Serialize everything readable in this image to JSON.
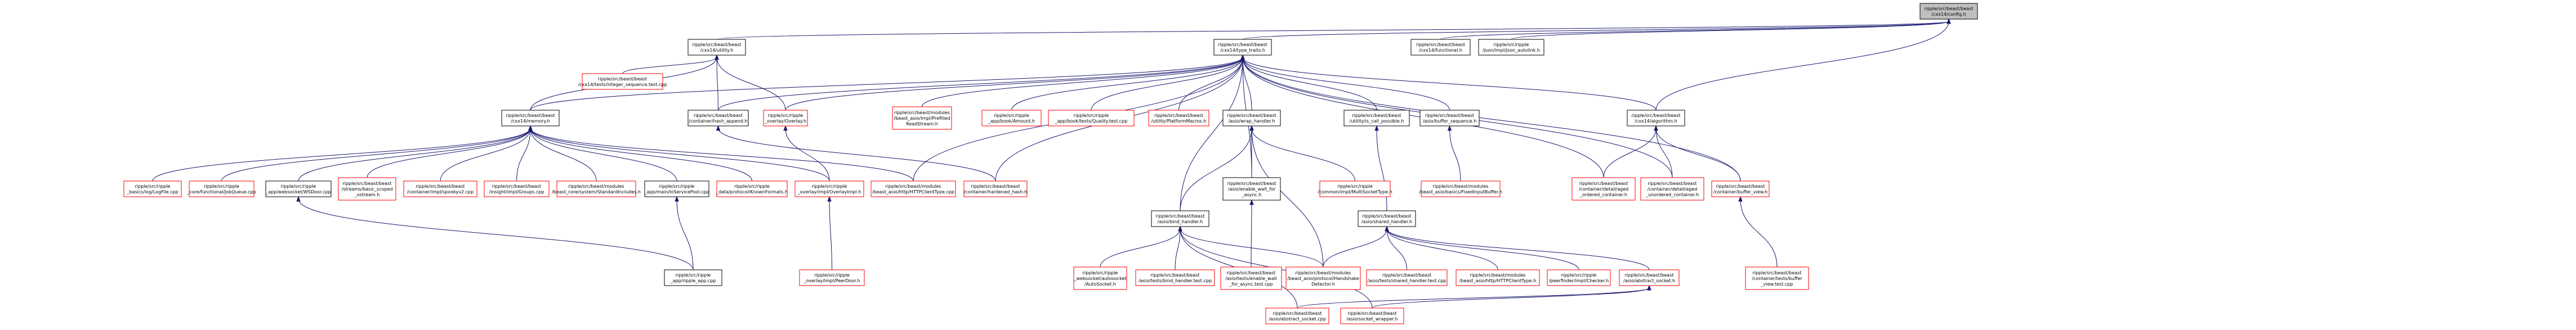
{
  "graph": {
    "colors": {
      "edge": "#191970",
      "normal_border": "#000000",
      "missing_border": "#ff0000",
      "root_fill": "#bfbfbf",
      "background": "#ffffff"
    },
    "nodes": [
      {
        "id": "root",
        "lines": [
          "ripple/src/beast/beast",
          "/cxx14/config.h"
        ],
        "kind": "root"
      },
      {
        "id": "utility",
        "lines": [
          "ripple/src/beast/beast",
          "/cxx14/utility.h"
        ],
        "kind": "normal"
      },
      {
        "id": "type_traits",
        "lines": [
          "ripple/src/beast/beast",
          "/cxx14/type_traits.h"
        ],
        "kind": "normal"
      },
      {
        "id": "functional",
        "lines": [
          "ripple/src/beast/beast",
          "/cxx14/functional.h"
        ],
        "kind": "normal"
      },
      {
        "id": "json_autolink",
        "lines": [
          "ripple/src/ripple",
          "/json/impl/json_autolink.h"
        ],
        "kind": "normal"
      },
      {
        "id": "algorithm",
        "lines": [
          "ripple/src/beast/beast",
          "/cxx14/algorithm.h"
        ],
        "kind": "normal"
      },
      {
        "id": "memory",
        "lines": [
          "ripple/src/beast/beast",
          "/cxx14/memory.h"
        ],
        "kind": "normal"
      },
      {
        "id": "int_seq_test",
        "lines": [
          "ripple/src/beast/beast",
          "/cxx14/tests/integer_sequence.test.cpp"
        ],
        "kind": "red"
      },
      {
        "id": "hash_append",
        "lines": [
          "ripple/src/beast/beast",
          "/container/hash_append.h"
        ],
        "kind": "normal"
      },
      {
        "id": "overlay_h",
        "lines": [
          "ripple/src/ripple",
          "_overlay/Overlay.h"
        ],
        "kind": "red"
      },
      {
        "id": "prefilled",
        "lines": [
          "ripple/src/beast/modules",
          "/beast_asio/impl/Prefilled",
          "ReadStream.h"
        ],
        "kind": "red"
      },
      {
        "id": "amount",
        "lines": [
          "ripple/src/ripple",
          "_app/book/Amount.h"
        ],
        "kind": "red"
      },
      {
        "id": "quality_test",
        "lines": [
          "ripple/src/ripple",
          "_app/book/tests/Quality.test.cpp"
        ],
        "kind": "red"
      },
      {
        "id": "platform_macros",
        "lines": [
          "ripple/src/beast/beast",
          "/utility/PlatformMacros.h"
        ],
        "kind": "red"
      },
      {
        "id": "wrap_handler",
        "lines": [
          "ripple/src/beast/beast",
          "/asio/wrap_handler.h"
        ],
        "kind": "normal"
      },
      {
        "id": "is_call_possible",
        "lines": [
          "ripple/src/beast/beast",
          "/utility/is_call_possible.h"
        ],
        "kind": "normal"
      },
      {
        "id": "buffer_sequence",
        "lines": [
          "ripple/src/beast/beast",
          "/asio/buffer_sequence.h"
        ],
        "kind": "normal"
      },
      {
        "id": "logfile",
        "lines": [
          "ripple/src/ripple",
          "_basics/log/LogFile.cpp"
        ],
        "kind": "red"
      },
      {
        "id": "jobqueue",
        "lines": [
          "ripple/src/ripple",
          "_core/functional/JobQueue.cpp"
        ],
        "kind": "red"
      },
      {
        "id": "wsdoor",
        "lines": [
          "ripple/src/ripple",
          "_app/websocket/WSDoor.cpp"
        ],
        "kind": "normal"
      },
      {
        "id": "basic_scoped",
        "lines": [
          "ripple/src/beast/beast",
          "/streams/basic_scoped",
          "_ostream.h"
        ],
        "kind": "red"
      },
      {
        "id": "spookyv2",
        "lines": [
          "ripple/src/beast/beast",
          "/container/impl/spookyv2.cpp"
        ],
        "kind": "red"
      },
      {
        "id": "groups",
        "lines": [
          "ripple/src/beast/beast",
          "/insight/impl/Groups.cpp"
        ],
        "kind": "red"
      },
      {
        "id": "std_includes",
        "lines": [
          "ripple/src/beast/modules",
          "/beast_core/system/StandardIncludes.h"
        ],
        "kind": "red"
      },
      {
        "id": "ioservicepool",
        "lines": [
          "ripple/src/ripple",
          "_app/main/IoServicePool.cpp"
        ],
        "kind": "normal"
      },
      {
        "id": "knownformats",
        "lines": [
          "ripple/src/ripple",
          "_data/protocol/KnownFormats.h"
        ],
        "kind": "red"
      },
      {
        "id": "overlayimpl",
        "lines": [
          "ripple/src/ripple",
          "_overlay/impl/OverlayImpl.h"
        ],
        "kind": "red"
      },
      {
        "id": "httpclienttype_cpp",
        "lines": [
          "ripple/src/beast/modules",
          "/beast_asio/http/HTTPClientType.cpp"
        ],
        "kind": "red"
      },
      {
        "id": "hardened_hash",
        "lines": [
          "ripple/src/beast/beast",
          "/container/hardened_hash.h"
        ],
        "kind": "red"
      },
      {
        "id": "bind_handler",
        "lines": [
          "ripple/src/beast/beast",
          "/asio/bind_handler.h"
        ],
        "kind": "normal"
      },
      {
        "id": "enable_wait",
        "lines": [
          "ripple/src/beast/beast",
          "/asio/enable_wait_for",
          "_async.h"
        ],
        "kind": "normal"
      },
      {
        "id": "multisockettype",
        "lines": [
          "ripple/src/ripple",
          "/common/impl/MultiSocketType.h"
        ],
        "kind": "red"
      },
      {
        "id": "shared_handler",
        "lines": [
          "ripple/src/beast/beast",
          "/asio/shared_handler.h"
        ],
        "kind": "normal"
      },
      {
        "id": "fixedinputbuffer",
        "lines": [
          "ripple/src/beast/modules",
          "/beast_asio/basics/FixedInputBuffer.h"
        ],
        "kind": "red"
      },
      {
        "id": "aged_ordered",
        "lines": [
          "ripple/src/beast/beast",
          "/container/detail/aged",
          "_ordered_container.h"
        ],
        "kind": "red"
      },
      {
        "id": "aged_unordered",
        "lines": [
          "ripple/src/beast/beast",
          "/container/detail/aged",
          "_unordered_container.h"
        ],
        "kind": "red"
      },
      {
        "id": "buffer_view",
        "lines": [
          "ripple/src/beast/beast",
          "/container/buffer_view.h"
        ],
        "kind": "red"
      },
      {
        "id": "ripple_app",
        "lines": [
          "ripple/src/ripple",
          "_app/ripple_app.cpp"
        ],
        "kind": "normal"
      },
      {
        "id": "peerdoor",
        "lines": [
          "ripple/src/ripple",
          "_overlay/impl/PeerDoor.h"
        ],
        "kind": "red"
      },
      {
        "id": "autosocket",
        "lines": [
          "ripple/src/ripple",
          "_websocket/autosocket",
          "/AutoSocket.h"
        ],
        "kind": "red"
      },
      {
        "id": "bind_handler_test",
        "lines": [
          "ripple/src/beast/beast",
          "/asio/tests/bind_handler.test.cpp"
        ],
        "kind": "red"
      },
      {
        "id": "enable_wait_test",
        "lines": [
          "ripple/src/beast/beast",
          "/asio/tests/enable_wait",
          "_for_async.test.cpp"
        ],
        "kind": "red"
      },
      {
        "id": "handshake",
        "lines": [
          "ripple/src/beast/modules",
          "/beast_asio/protocol/Handshake",
          "Detector.h"
        ],
        "kind": "red"
      },
      {
        "id": "shared_handler_test",
        "lines": [
          "ripple/src/beast/beast",
          "/asio/tests/shared_handler.test.cpp"
        ],
        "kind": "red"
      },
      {
        "id": "httpclienttype_h",
        "lines": [
          "ripple/src/beast/modules",
          "/beast_asio/http/HTTPClientType.h"
        ],
        "kind": "red"
      },
      {
        "id": "checker",
        "lines": [
          "ripple/src/ripple",
          "/peerfinder/impl/Checker.h"
        ],
        "kind": "red"
      },
      {
        "id": "abstract_socket_h",
        "lines": [
          "ripple/src/beast/beast",
          "/asio/abstract_socket.h"
        ],
        "kind": "red"
      },
      {
        "id": "buffer_view_test",
        "lines": [
          "ripple/src/beast/beast",
          "/container/tests/buffer",
          "_view.test.cpp"
        ],
        "kind": "red"
      },
      {
        "id": "abstract_socket_cpp",
        "lines": [
          "ripple/src/beast/beast",
          "/asio/abstract_socket.cpp"
        ],
        "kind": "red"
      },
      {
        "id": "socket_wrapper",
        "lines": [
          "ripple/src/beast/beast",
          "/asio/socket_wrapper.h"
        ],
        "kind": "red"
      }
    ]
  }
}
